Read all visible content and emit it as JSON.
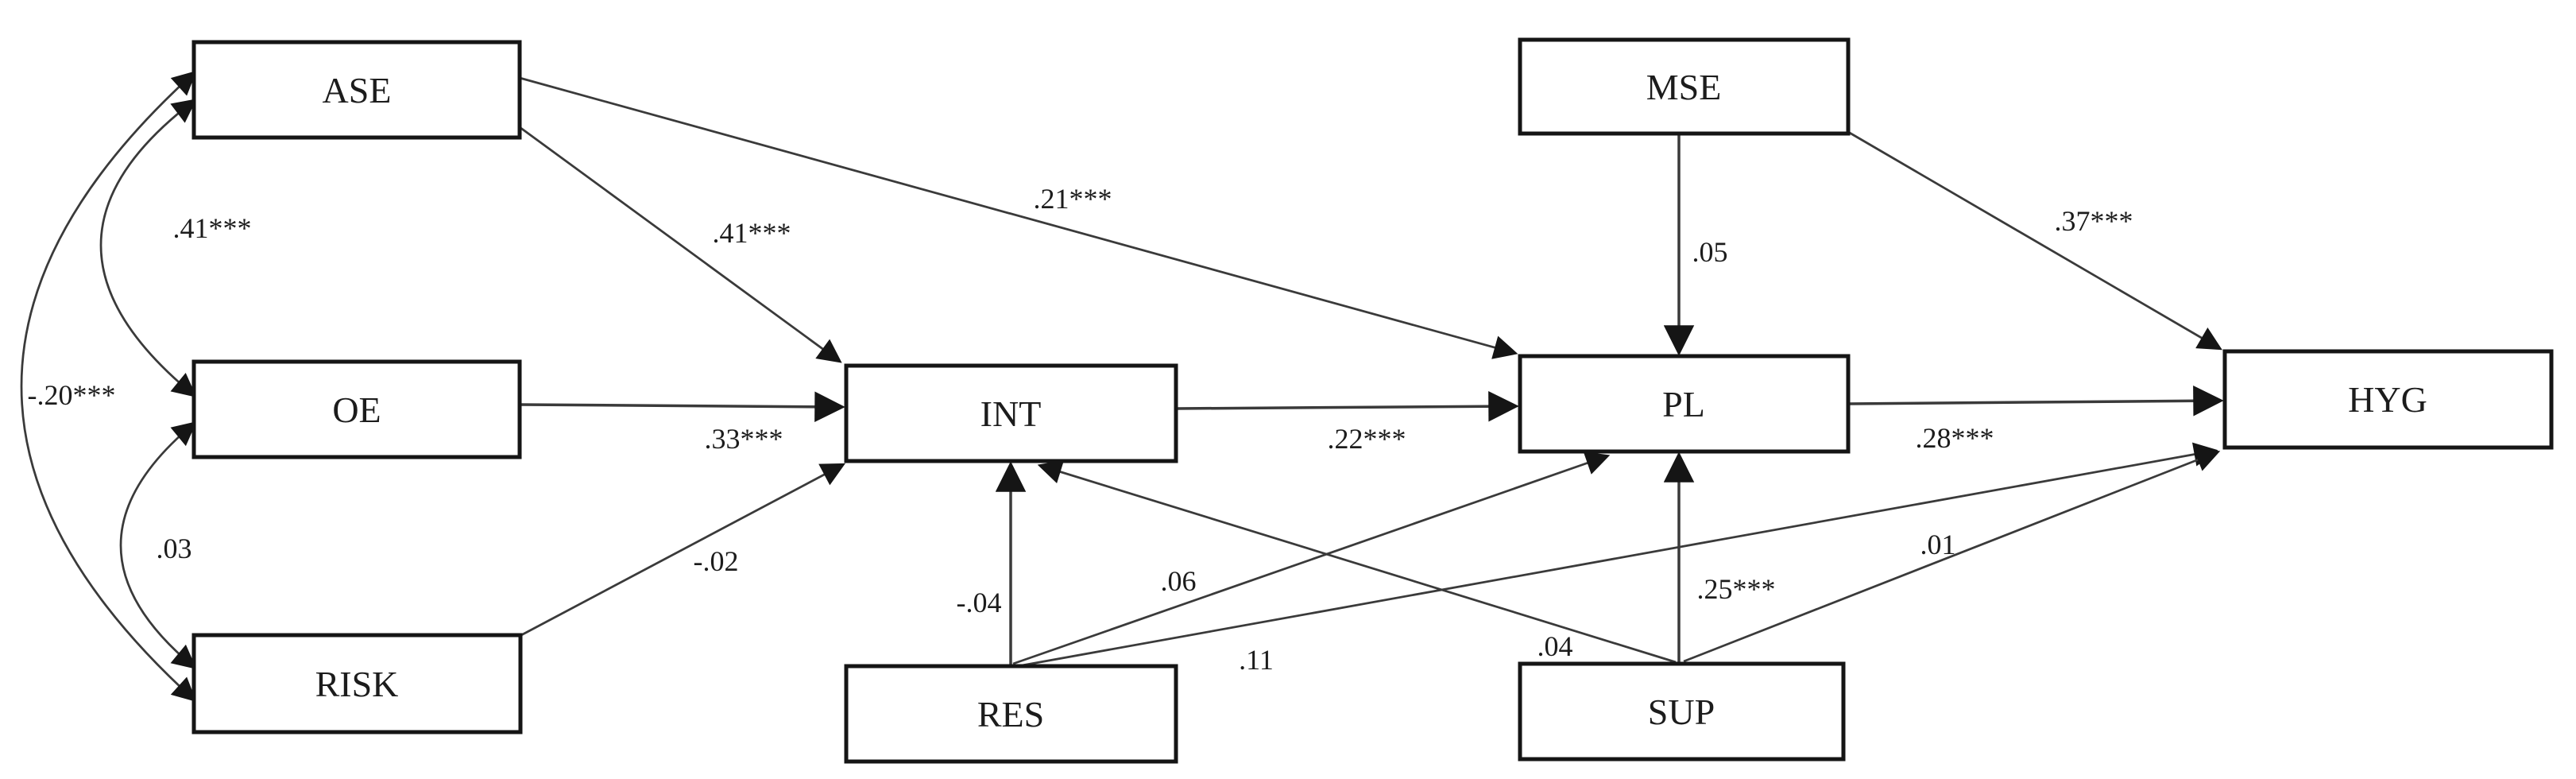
{
  "diagram": {
    "type": "sem-path-diagram",
    "background_color": "#ffffff",
    "line_color": "#3a3a3a",
    "box_border_color": "#151515",
    "nodes": [
      {
        "id": "ase",
        "label": "ASE"
      },
      {
        "id": "oe",
        "label": "OE"
      },
      {
        "id": "risk",
        "label": "RISK"
      },
      {
        "id": "int",
        "label": "INT"
      },
      {
        "id": "res",
        "label": "RES"
      },
      {
        "id": "mse",
        "label": "MSE"
      },
      {
        "id": "pl",
        "label": "PL"
      },
      {
        "id": "sup",
        "label": "SUP"
      },
      {
        "id": "hyg",
        "label": "HYG"
      }
    ],
    "covariances": [
      {
        "between": "ASE-OE",
        "label": ".41***"
      },
      {
        "between": "ASE-RISK",
        "label": "-.20***"
      },
      {
        "between": "OE-RISK",
        "label": ".03"
      }
    ],
    "paths": [
      {
        "from": "ASE",
        "to": "INT",
        "label": ".41***"
      },
      {
        "from": "ASE",
        "to": "PL",
        "label": ".21***"
      },
      {
        "from": "OE",
        "to": "INT",
        "label": ".33***"
      },
      {
        "from": "RISK",
        "to": "INT",
        "label": "-.02"
      },
      {
        "from": "MSE",
        "to": "PL",
        "label": ".05"
      },
      {
        "from": "MSE",
        "to": "HYG",
        "label": ".37***"
      },
      {
        "from": "INT",
        "to": "PL",
        "label": ".22***"
      },
      {
        "from": "PL",
        "to": "HYG",
        "label": ".28***"
      },
      {
        "from": "RES",
        "to": "INT",
        "label": "-.04"
      },
      {
        "from": "RES",
        "to": "PL",
        "label": ".06"
      },
      {
        "from": "RES",
        "to": "HYG",
        "label": ".11"
      },
      {
        "from": "SUP",
        "to": "INT",
        "label": ".04"
      },
      {
        "from": "SUP",
        "to": "PL",
        "label": ".25***"
      },
      {
        "from": "SUP",
        "to": "HYG",
        "label": ".01"
      }
    ]
  }
}
